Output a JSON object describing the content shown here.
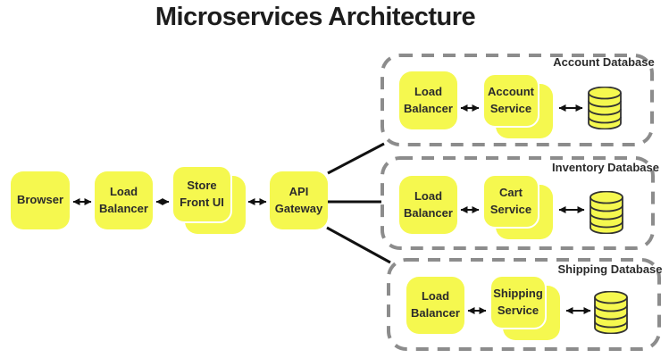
{
  "title": "Microservices Architecture",
  "colors": {
    "node_fill": "#F5F84F",
    "node_text": "#2B2B2B",
    "cluster_border": "#8C8C8C",
    "connector": "#111111",
    "title_text": "#1D1D1D"
  },
  "main_flow": {
    "browser": "Browser",
    "load_balancer": "Load Balancer",
    "store_front_ui": "Store Front UI",
    "api_gateway": "API Gateway"
  },
  "clusters": [
    {
      "load_balancer": "Load Balancer",
      "service": "Account Service",
      "database_label": "Account Database"
    },
    {
      "load_balancer": "Load Balancer",
      "service": "Cart Service",
      "database_label": "Inventory Database"
    },
    {
      "load_balancer": "Load Balancer",
      "service": "Shipping Service",
      "database_label": "Shipping Database"
    }
  ]
}
